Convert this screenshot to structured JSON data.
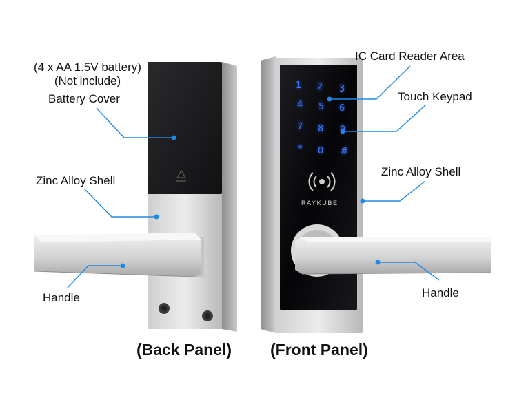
{
  "labels": {
    "battery_spec_line1": "(4 x AA 1.5V battery)",
    "battery_spec_line2": "(Not include)",
    "battery_cover": "Battery Cover",
    "zinc_alloy_back": "Zinc Alloy Shell",
    "handle_back": "Handle",
    "ic_card_reader": "IC Card Reader Area",
    "touch_keypad": "Touch Keypad",
    "zinc_alloy_front": "Zinc Alloy Shell",
    "handle_front": "Handle"
  },
  "captions": {
    "back": "(Back Panel)",
    "front": "(Front Panel)"
  },
  "brand": "RAYKUBE",
  "keypad": [
    "1",
    "2",
    "3",
    "4",
    "5",
    "6",
    "7",
    "8",
    "9",
    "*",
    "0",
    "#"
  ],
  "colors": {
    "callout": "#1e88e5",
    "keypad_glow": "#2f6bff",
    "steel_light": "#e6e6e6",
    "steel_dark": "#9a9a9a",
    "panel_black": "#0e0e10"
  }
}
